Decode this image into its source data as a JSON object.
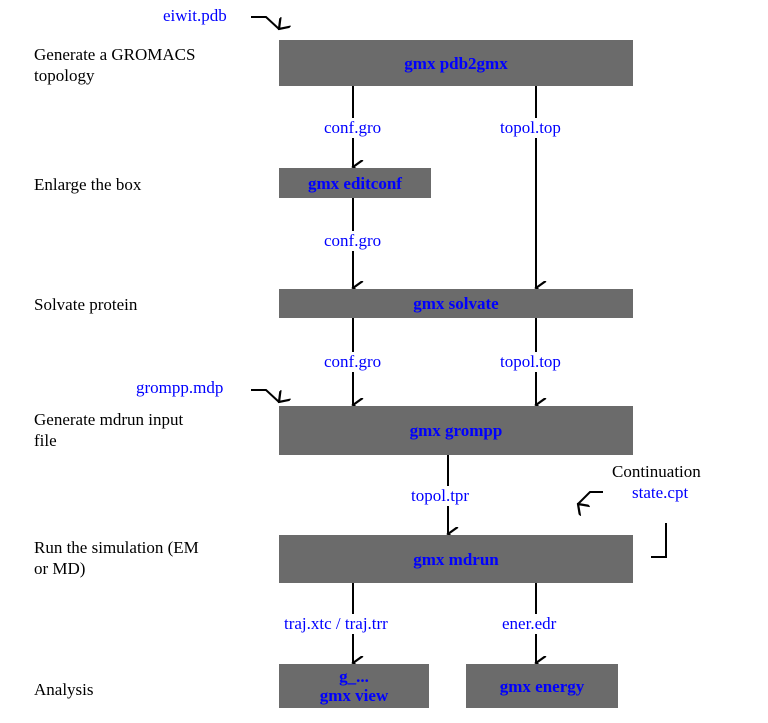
{
  "colors": {
    "box_fill": "#6b6b6b",
    "box_text": "#0000ff",
    "file_text": "#0000ff",
    "label_text": "#000000",
    "arrow": "#000000"
  },
  "steps": {
    "topology": "Generate a GROMACS\ntopology",
    "enlarge": "Enlarge the box",
    "solvate": "Solvate protein",
    "grompp": "Generate mdrun input\nfile",
    "run": "Run the simulation (EM\nor MD)",
    "analysis": "Analysis"
  },
  "programs": {
    "pdb2gmx": "gmx pdb2gmx",
    "editconf": "gmx editconf",
    "solvate": "gmx solvate",
    "grompp": "gmx grompp",
    "mdrun": "gmx mdrun",
    "analysis_line1": "g_...",
    "analysis_line2": "gmx view",
    "energy": "gmx energy"
  },
  "files": {
    "input_pdb": "eiwit.pdb",
    "conf_gro_1": "conf.gro",
    "topol_top_1": "topol.top",
    "conf_gro_2": "conf.gro",
    "conf_gro_3": "conf.gro",
    "topol_top_2": "topol.top",
    "grompp_mdp": "grompp.mdp",
    "topol_tpr": "topol.tpr",
    "state_cpt": "state.cpt",
    "traj": "traj.xtc / traj.trr",
    "ener_edr": "ener.edr"
  },
  "continuation_label": "Continuation",
  "icons": {
    "input_arrow": "curved-arrow-down-right-icon",
    "continuation_arrow": "arrow-down-left-icon",
    "flow_arrow": "arrow-down-icon"
  }
}
